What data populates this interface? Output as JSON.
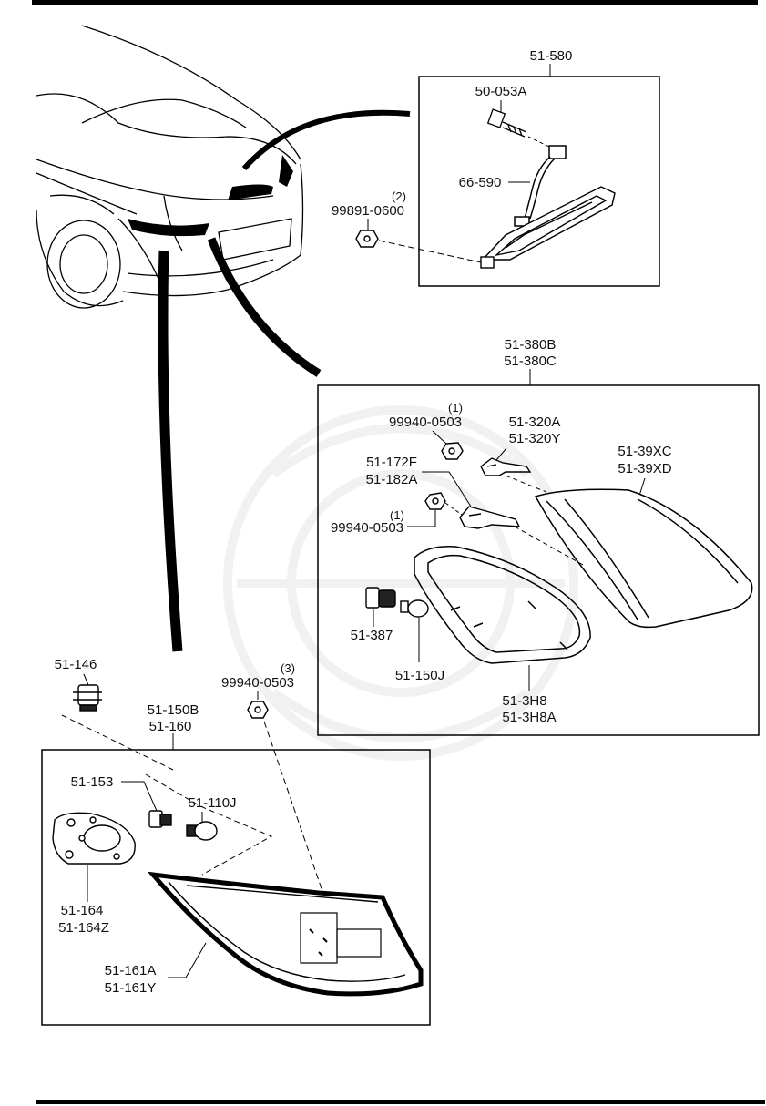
{
  "boxes": {
    "high_mount": {
      "labels": [
        "51-580"
      ],
      "parts": {
        "bolt": [
          "50-053A"
        ],
        "harness": [
          "66-590"
        ]
      }
    },
    "inner_lamp": {
      "labels": [
        "51-380B",
        "51-380C"
      ],
      "parts": {
        "nut_upper": [
          "99940-0503"
        ],
        "nut_upper_qty": "(1)",
        "bracket_upper": [
          "51-320A",
          "51-320Y"
        ],
        "lens": [
          "51-39XC",
          "51-39XD"
        ],
        "bracket_lower": [
          "51-172F",
          "51-182A"
        ],
        "nut_lower": [
          "99940-0503"
        ],
        "nut_lower_qty": "(1)",
        "socket": [
          "51-387"
        ],
        "bulb": [
          "51-150J"
        ],
        "gasket": [
          "51-3H8",
          "51-3H8A"
        ]
      }
    },
    "outer_lamp": {
      "labels": [
        "51-150B",
        "51-160"
      ],
      "parts": {
        "socket": [
          "51-153"
        ],
        "bulb": [
          "51-110J"
        ],
        "gasket": [
          "51-164",
          "51-164Z"
        ],
        "lens": [
          "51-161A",
          "51-161Y"
        ]
      }
    }
  },
  "loose_parts": {
    "high_mount_nut": [
      "99891-0600"
    ],
    "high_mount_nut_qty": "(2)",
    "side_socket": [
      "51-146"
    ],
    "outer_nut": [
      "99940-0503"
    ],
    "outer_nut_qty": "(3)"
  }
}
